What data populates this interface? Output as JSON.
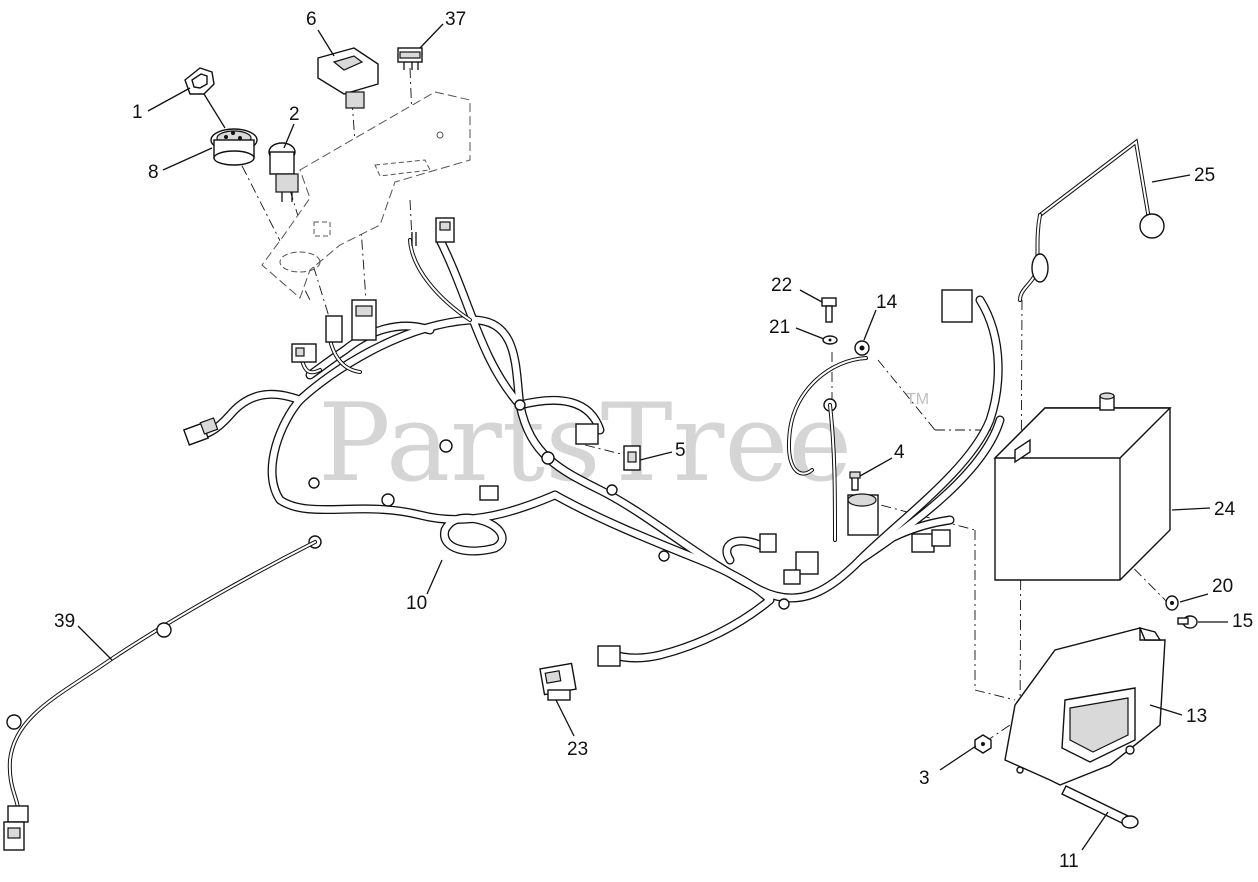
{
  "watermark": {
    "text": "PartsTree",
    "tm": "TM"
  },
  "callouts": [
    {
      "id": "c1",
      "label": "1"
    },
    {
      "id": "c2",
      "label": "2"
    },
    {
      "id": "c3",
      "label": "3"
    },
    {
      "id": "c4",
      "label": "4"
    },
    {
      "id": "c5",
      "label": "5"
    },
    {
      "id": "c6",
      "label": "6"
    },
    {
      "id": "c8",
      "label": "8"
    },
    {
      "id": "c10",
      "label": "10"
    },
    {
      "id": "c11",
      "label": "11"
    },
    {
      "id": "c13",
      "label": "13"
    },
    {
      "id": "c14",
      "label": "14"
    },
    {
      "id": "c15",
      "label": "15"
    },
    {
      "id": "c20",
      "label": "20"
    },
    {
      "id": "c21",
      "label": "21"
    },
    {
      "id": "c22",
      "label": "22"
    },
    {
      "id": "c23",
      "label": "23"
    },
    {
      "id": "c24",
      "label": "24"
    },
    {
      "id": "c25",
      "label": "25"
    },
    {
      "id": "c37",
      "label": "37"
    },
    {
      "id": "c39",
      "label": "39"
    }
  ]
}
